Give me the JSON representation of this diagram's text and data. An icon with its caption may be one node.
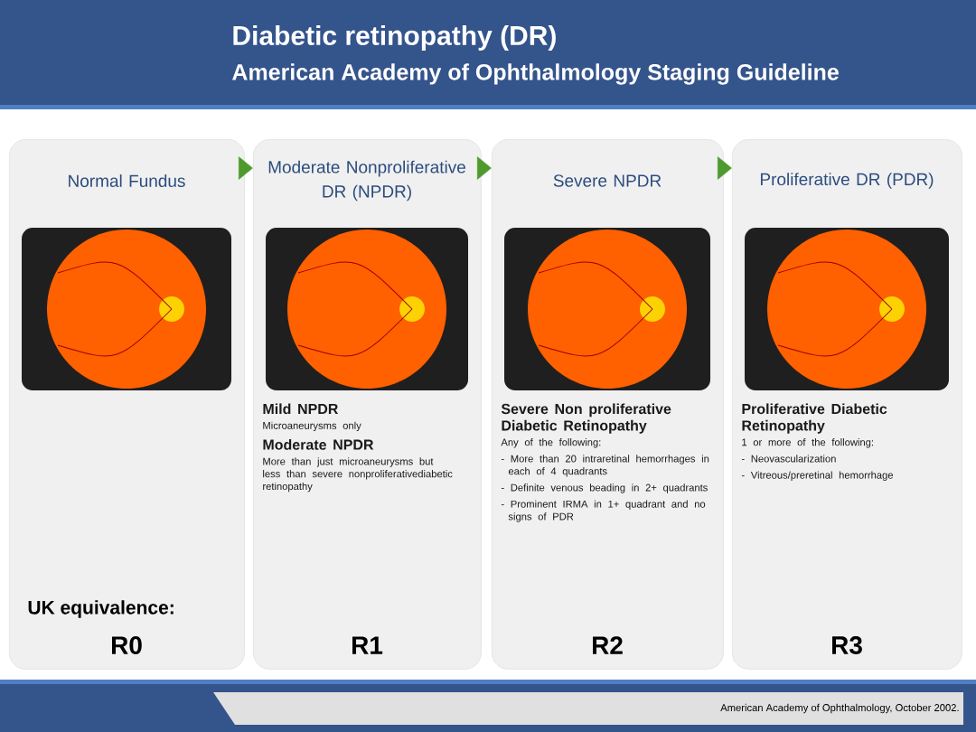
{
  "diagram": {
    "title": "Diabetic retinopathy (DR)",
    "caption": "American Academy of Ophthalmology, October 2002.",
    "nodes": [
      {
        "text": [
          "Normal Fundus",
          "UK equivalence:",
          "R0"
        ]
      },
      {
        "text": [
          "Moderate Nonproliferative DR (NPDR)",
          "Mild NPDR",
          "Microaneurysms only",
          "Moderate NPDR",
          "More than just microaneurysms but less than severe nonproliferativediabetic retinopathy",
          "R1"
        ]
      },
      {
        "text": [
          "Severe NPDR",
          "Severe Non proliferative Diabetic Retinopathy",
          "Any of the following:",
          "- More than 20 intraretinal hemorrhages in each of 4 quadrants",
          "- Definite venous beading in 2+ quadrants",
          "- Prominent IRMA in 1+ quadrant and no signs of PDR",
          "R2"
        ]
      },
      {
        "text": [
          "Proliferative DR (PDR)",
          "Proliferative Diabetic Retinopathy",
          "1 or more of the following:",
          "- Neovascularization",
          "- Vitreous/preretinal hemorrhage",
          "R3"
        ]
      }
    ],
    "edges": [
      {
        "from": 0,
        "to": 1,
        "arrow": "to"
      },
      {
        "from": 1,
        "to": 2,
        "arrow": "to"
      },
      {
        "from": 2,
        "to": 3,
        "arrow": "to"
      }
    ],
    "labels": [
      "American Academy of Ophthalmology Staging Guideline"
    ]
  }
}
